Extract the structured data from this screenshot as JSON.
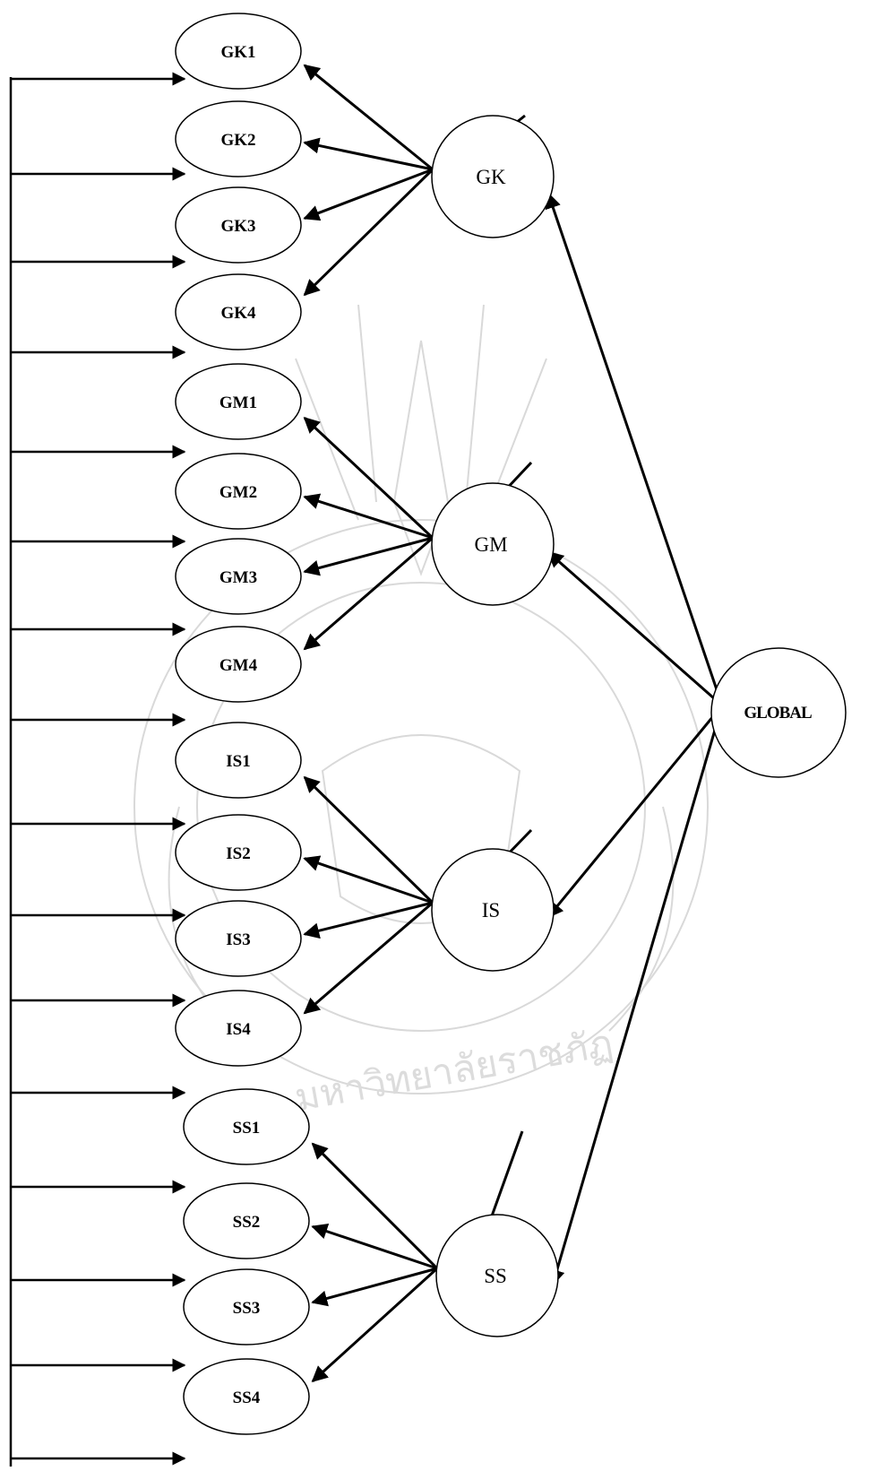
{
  "diagram": {
    "global": {
      "label": "GLOBAL"
    },
    "factors": [
      {
        "id": "GK",
        "label": "GK",
        "indicators": [
          "GK1",
          "GK2",
          "GK3",
          "GK4"
        ]
      },
      {
        "id": "GM",
        "label": "GM",
        "indicators": [
          "GM1",
          "GM2",
          "GM3",
          "GM4"
        ]
      },
      {
        "id": "IS",
        "label": "IS",
        "indicators": [
          "IS1",
          "IS2",
          "IS3",
          "IS4"
        ]
      },
      {
        "id": "SS",
        "label": "SS",
        "indicators": [
          "SS1",
          "SS2",
          "SS3",
          "SS4"
        ]
      }
    ],
    "watermark": {
      "text": "มหาวิทยาลัยราชภัฏ"
    }
  },
  "colors": {
    "stroke": "#000000",
    "watermark": "#d9d9d9",
    "background": "#ffffff"
  }
}
